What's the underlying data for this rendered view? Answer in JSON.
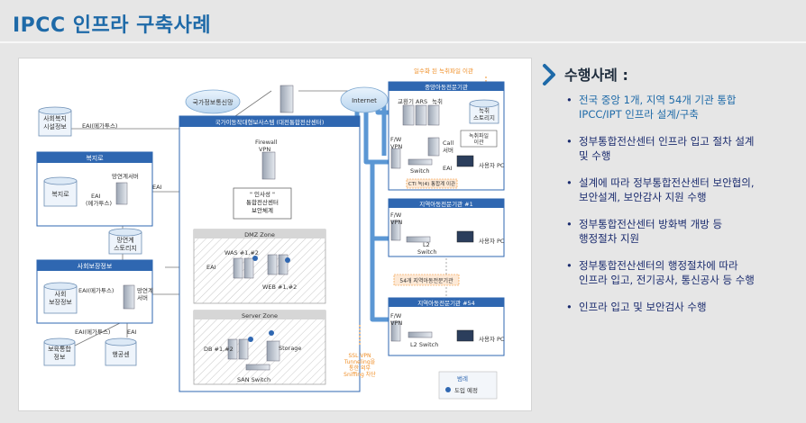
{
  "page": {
    "title": "IPCC 인프라 구축사례"
  },
  "diagram": {
    "labels": {
      "welfare_info": "사회복지\n시설정보",
      "welfare_road": "복지로",
      "welfare_road_db": "복지로",
      "social_security": "사회보장정보",
      "social_security_db": "사회\n보장정보",
      "childcare": "보육통합\n정보",
      "pension": "행공센",
      "eai1": "EAI(메가투스)",
      "eai2": "EAI\n(메가투스)",
      "eai3": "EAI",
      "eai4": "EAI(메가투스)",
      "eai5": "EAI",
      "eai6": "EAI",
      "eai_mid": "EAI",
      "eai_gw": "EAI",
      "linkserver1": "망연계서버",
      "linkserver2": "망연계\n서버",
      "link_storage": "망연계\n스토리지",
      "gov_net": "국가정보통신망",
      "internet": "Internet",
      "nirs": "국가이동작대형보사스템 (대전통합전산센터)",
      "firewall": "Firewall\nVPN",
      "security_box": "\" 인사성 \"\n통합전산센터\n보안체계",
      "dmz": "DMZ Zone",
      "was": "WAS #1,#2",
      "web": "WEB #1,#2",
      "server_zone": "Server Zone",
      "db": "DB #1,#2",
      "storage": "Storage",
      "san": "SAN Switch",
      "central": "중앙아동전문기관",
      "regional1": "지역아동전문기관 #1",
      "regional54": "지역아동전문기관 #54",
      "redundant": "일수화 된 녹취파일 이관",
      "ivr": "교환기",
      "ars": "ARS",
      "rec": "녹취",
      "rec_storage": "녹취\n스토리지",
      "rec_migrate": "녹취파일\n이관",
      "call_server": "Call\n서버",
      "fw_vpn": "F/W\nVPN",
      "switch": "Switch",
      "l2switch": "L2\nSwitch",
      "l2switch54": "L2 Switch",
      "user_pc": "사용자 PC",
      "cti_note": "CTI 녹(4) 통합계 이관",
      "regional_count": "54개 지역아동전문기관",
      "ssl_note": "SSL VPN\nTunneling을\n통한 외부\nSniffing 차단",
      "legend_title": "범례",
      "legend_item": "도입 예정"
    }
  },
  "right": {
    "heading": "수행사례 :",
    "bullets": [
      "전국 중앙 1개, 지역 54개 기관 통합\nIPCC/IPT 인프라 설계/구축",
      "정부통합전산센터 인프라 입고 절차 설계\n및 수행",
      "설계에 따라 정부통합전산센터 보안협의,\n보안설계, 보안감사 지원 수행",
      "정부통합전산센터 방화벽 개방 등\n행정절차 지원",
      "정부통합전산센터의 행정절차에 따라\n인프라 입고, 전기공사, 통신공사 등 수행",
      "인프라 입고 및 보안검사 수행"
    ]
  },
  "colors": {
    "title": "#1e6aa8",
    "navy_box": "#2f67b1",
    "pipe": "#5b97d4",
    "accent_orange": "#f0902a"
  }
}
